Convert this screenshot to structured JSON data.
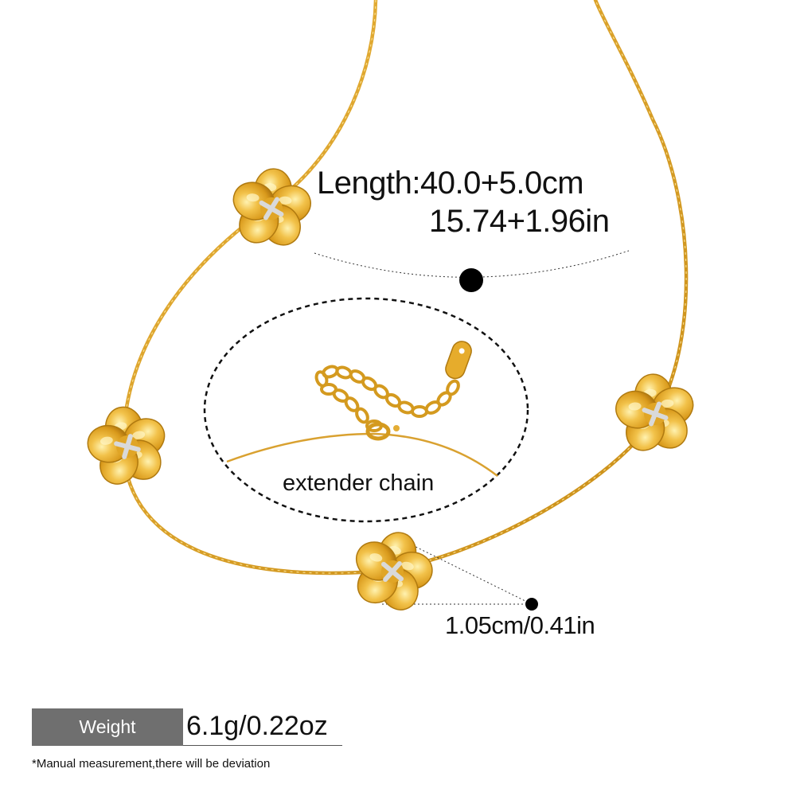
{
  "product": {
    "length_label": "Length:40.0+5.0cm",
    "length_inches": "15.74+1.96in",
    "extender_label": "extender chain",
    "flower_size": "1.05cm/0.41in"
  },
  "weight": {
    "label": "Weight",
    "value": "6.1g/0.22oz"
  },
  "footnote": "*Manual measurement,there will be deviation",
  "colors": {
    "gold": "#e0a526",
    "gold_dark": "#b07a10",
    "gold_light": "#f6d36a",
    "silver": "#d9d9d9",
    "weight_tag": "#6f6f6f"
  }
}
